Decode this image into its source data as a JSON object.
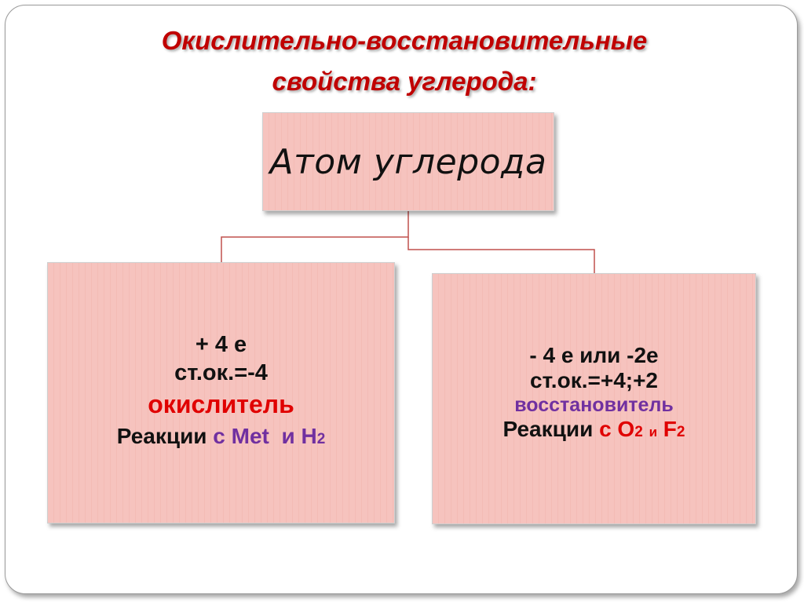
{
  "title": {
    "line1": "Окислительно-восстановительные",
    "line2": "свойства углерода:"
  },
  "root": {
    "label": "Атом углерода"
  },
  "left": {
    "charge": "+ 4 е",
    "ox_state": "ст.ок.=-4",
    "role": "окислитель",
    "reactions_prefix": "Реакции",
    "reactions_with": "с",
    "reagent1": "Met",
    "and": "и",
    "reagent2_main": "Н",
    "reagent2_sub": "2"
  },
  "right": {
    "charge": "- 4 е или -2е",
    "ox_state": "ст.ок.=+4;+2",
    "role": "восстановитель",
    "reactions_prefix": "Реакции",
    "reactions_with": "с",
    "reagent1_main": "О",
    "reagent1_sub": "2",
    "and": "и",
    "reagent2_main": "F",
    "reagent2_sub": "2"
  },
  "colors": {
    "title": "#c00000",
    "box_fill": "#f6c3be",
    "oxidizer": "#e00000",
    "reducer": "#7030a0",
    "connector": "#c0504d"
  }
}
